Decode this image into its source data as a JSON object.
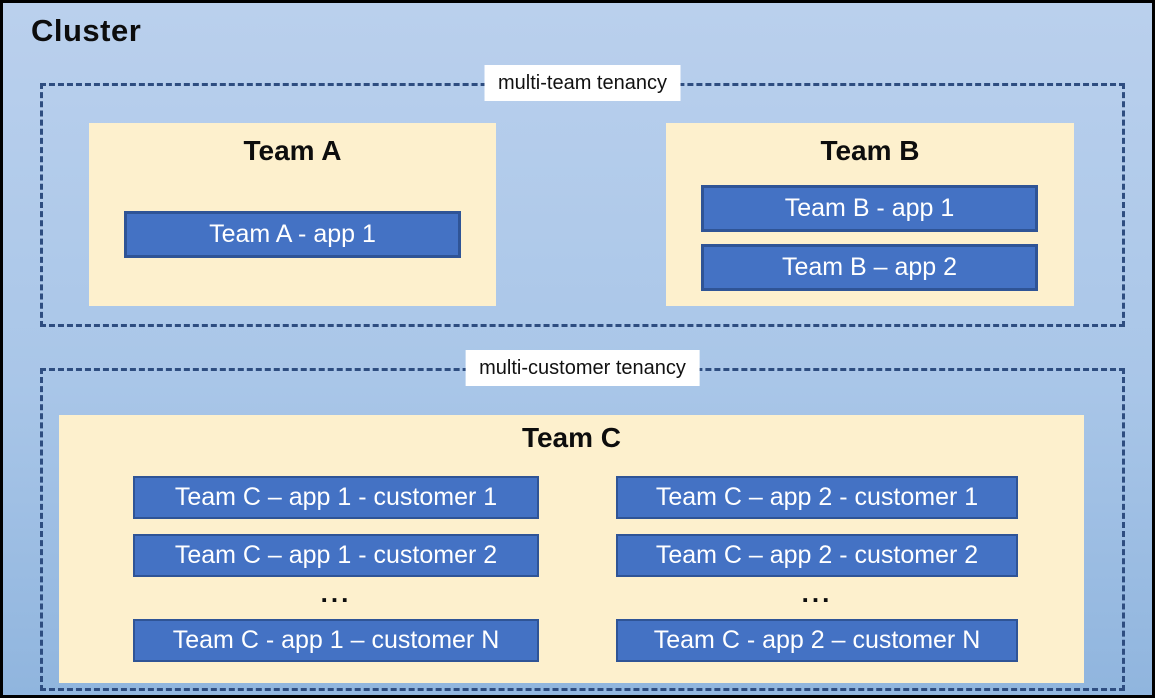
{
  "cluster": {
    "title": "Cluster"
  },
  "colors": {
    "canvas_top": "#bad0ed",
    "canvas_bottom": "#90b5de",
    "outer_border": "#000000",
    "dashed_border": "#2e4d80",
    "team_box_fill": "#fdf0cd",
    "app_fill": "#4472c4",
    "app_border": "#2f5496",
    "label_bg": "#ffffff",
    "title_text": "#0d0d0d",
    "app_text": "#ffffff"
  },
  "multi_team": {
    "label": "multi-team tenancy",
    "teams": [
      {
        "title": "Team A",
        "apps": [
          "Team A - app 1"
        ]
      },
      {
        "title": "Team B",
        "apps": [
          "Team B - app 1",
          "Team B – app 2"
        ]
      }
    ]
  },
  "multi_customer": {
    "label": "multi-customer tenancy",
    "team": {
      "title": "Team C",
      "columns": [
        {
          "rows": [
            "Team C – app 1 - customer 1",
            "Team C – app 1 - customer 2"
          ],
          "ellipsis": "...",
          "last_row": "Team C - app 1 – customer N"
        },
        {
          "rows": [
            "Team C – app 2 - customer 1",
            "Team C – app 2 - customer 2"
          ],
          "ellipsis": "...",
          "last_row": "Team C - app 2 – customer N"
        }
      ]
    }
  }
}
